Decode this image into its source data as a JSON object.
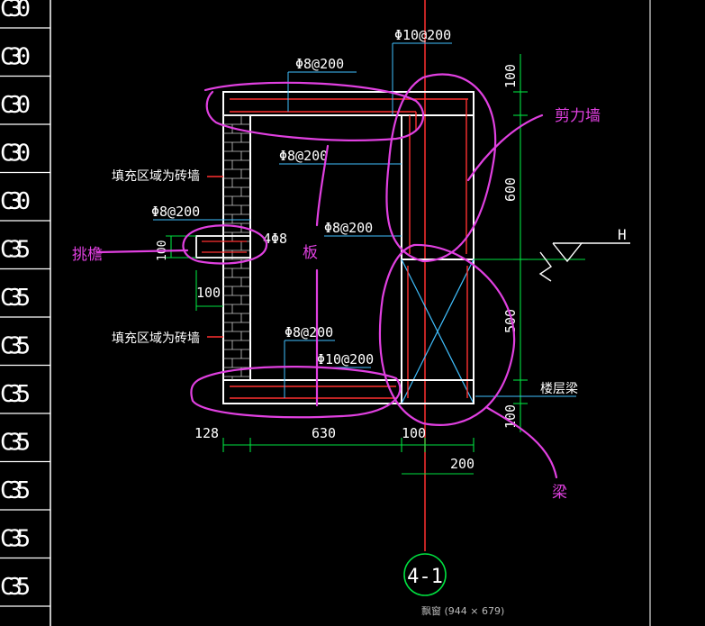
{
  "concrete_grades": [
    "C30",
    "C30",
    "C30",
    "C30",
    "C30",
    "C35",
    "C35",
    "C35",
    "C35",
    "C35",
    "C35",
    "C35",
    "C35"
  ],
  "dims": {
    "rebar_top": "Φ10@200",
    "rebar_topslab": "Φ8@200",
    "rebar_mid": "Φ8@200",
    "rebar_eave": "Φ8@200",
    "rebar_bot_slab": "Φ8@200",
    "rebar_mid2": "Φ8@200",
    "rebar_bot": "Φ10@200",
    "bars_eave": "4Φ8",
    "fill_wall_1": "填充区域为砖墙",
    "fill_wall_2": "填充区域为砖墙",
    "d100_top": "100",
    "d600": "600",
    "d500": "500",
    "d100_bot": "100",
    "d100_eave": "100",
    "d100_eave_v": "100",
    "d128": "128",
    "d630": "630",
    "d100": "100",
    "d200": "200",
    "level": "H",
    "floor_beam": "楼层梁",
    "grid_axis": "4-1"
  },
  "annotations": {
    "shear_wall": "剪力墙",
    "eave": "挑檐",
    "slab": "板",
    "beam": "梁"
  },
  "colors": {
    "magenta": "#e040e0",
    "structure": "#ffffff",
    "rebar": "#ff3030",
    "dim": "#00e040",
    "text": "#ffffff",
    "leader": "#40c0ff"
  },
  "caption": "飘窗 (944 × 679)"
}
